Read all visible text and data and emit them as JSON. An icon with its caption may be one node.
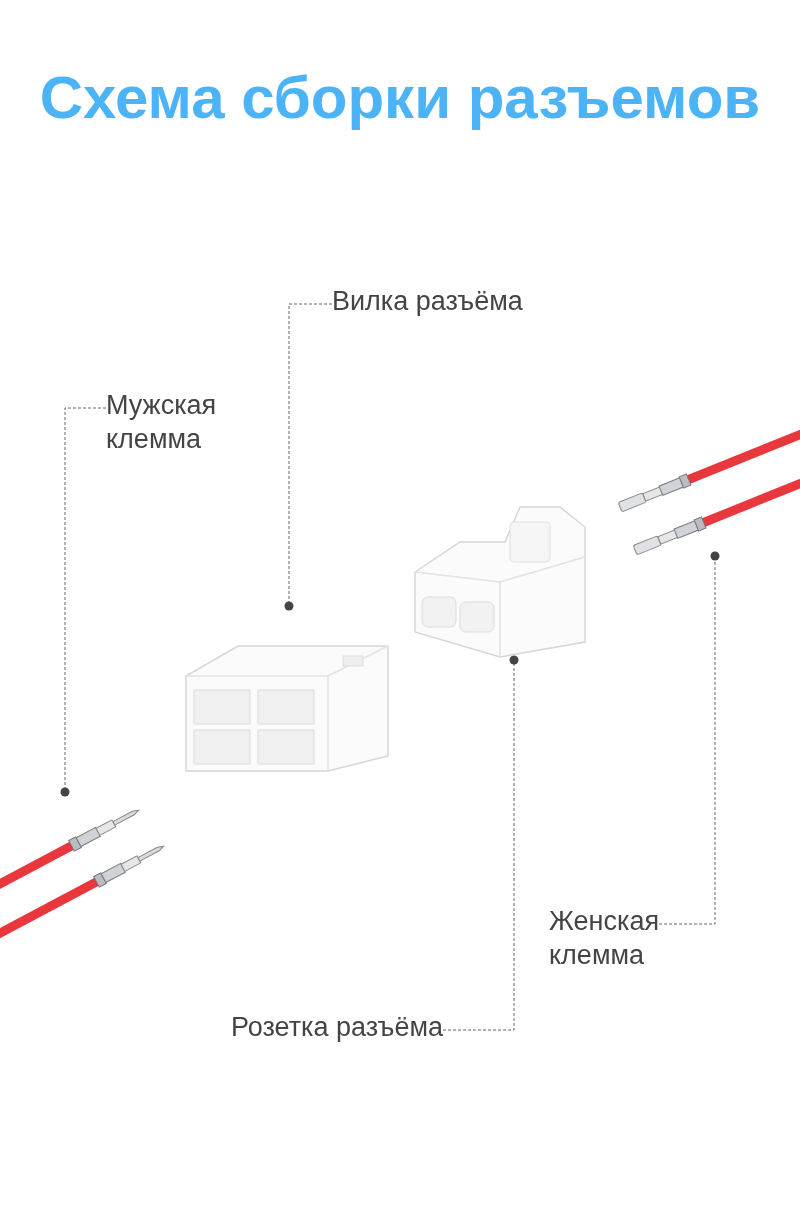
{
  "diagram": {
    "title": "Схема сборки разъемов",
    "nodes": [
      {
        "text": [
          "Вилка разъёма"
        ]
      },
      {
        "text": [
          "Мужская клемма"
        ]
      },
      {
        "text": [
          "Женская клемма"
        ]
      },
      {
        "text": [
          "Розетка разъёма"
        ]
      },
      {
        "text": [],
        "shape": "picture"
      },
      {
        "text": [],
        "shape": "picture"
      },
      {
        "text": [],
        "shape": "picture"
      },
      {
        "text": [],
        "shape": "picture"
      }
    ],
    "edges": [
      {
        "from": 0,
        "to": 5,
        "arrow": "other",
        "style": "dashed"
      },
      {
        "from": 1,
        "to": 4,
        "arrow": "other",
        "style": "dashed"
      },
      {
        "from": 2,
        "to": 7,
        "arrow": "other",
        "style": "dashed"
      },
      {
        "from": 3,
        "to": 6,
        "arrow": "other",
        "style": "dashed"
      }
    ]
  }
}
